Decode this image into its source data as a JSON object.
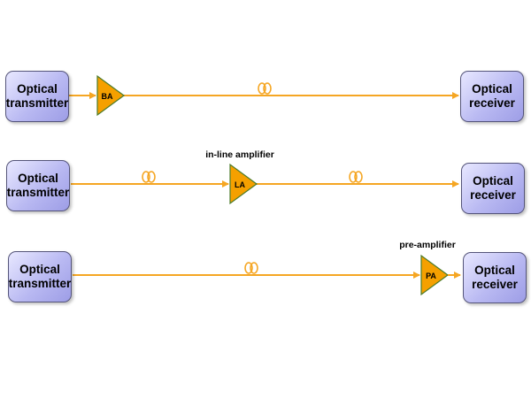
{
  "labels": {
    "transmitter": "Optical\ntransmitter",
    "receiver": "Optical\nreceiver"
  },
  "amplifiers": {
    "booster": "BA",
    "inline": "LA",
    "pre": "PA"
  },
  "captions": {
    "inline": "in-line amplifier",
    "pre": "pre-amplifier"
  },
  "colors": {
    "line": "#f5a623",
    "amplifier_fill": "#f5a000",
    "amplifier_stroke": "#4a7a2a",
    "box_border": "#55557a"
  }
}
